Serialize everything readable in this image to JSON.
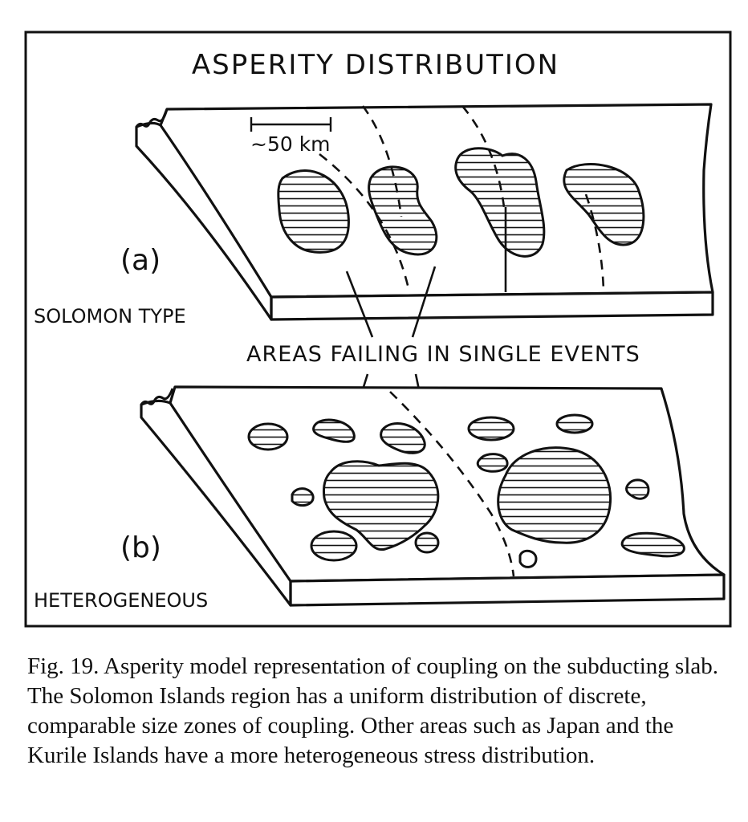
{
  "figure": {
    "title": "ASPERITY DISTRIBUTION",
    "scale_label": "~50 km",
    "panel_a_label": "(a)",
    "panel_a_type": "SOLOMON TYPE",
    "panel_b_label": "(b)",
    "panel_b_type": "HETEROGENEOUS",
    "areas_label": "AREAS FAILING IN SINGLE EVENTS"
  },
  "caption": {
    "text": "Fig. 19. Asperity model representation of coupling on the subducting slab. The Solomon Islands region has a uniform distribution of discrete, comparable size zones of coupling. Other areas such as Japan and the Kurile Islands have a more heterogeneous stress distribution."
  }
}
